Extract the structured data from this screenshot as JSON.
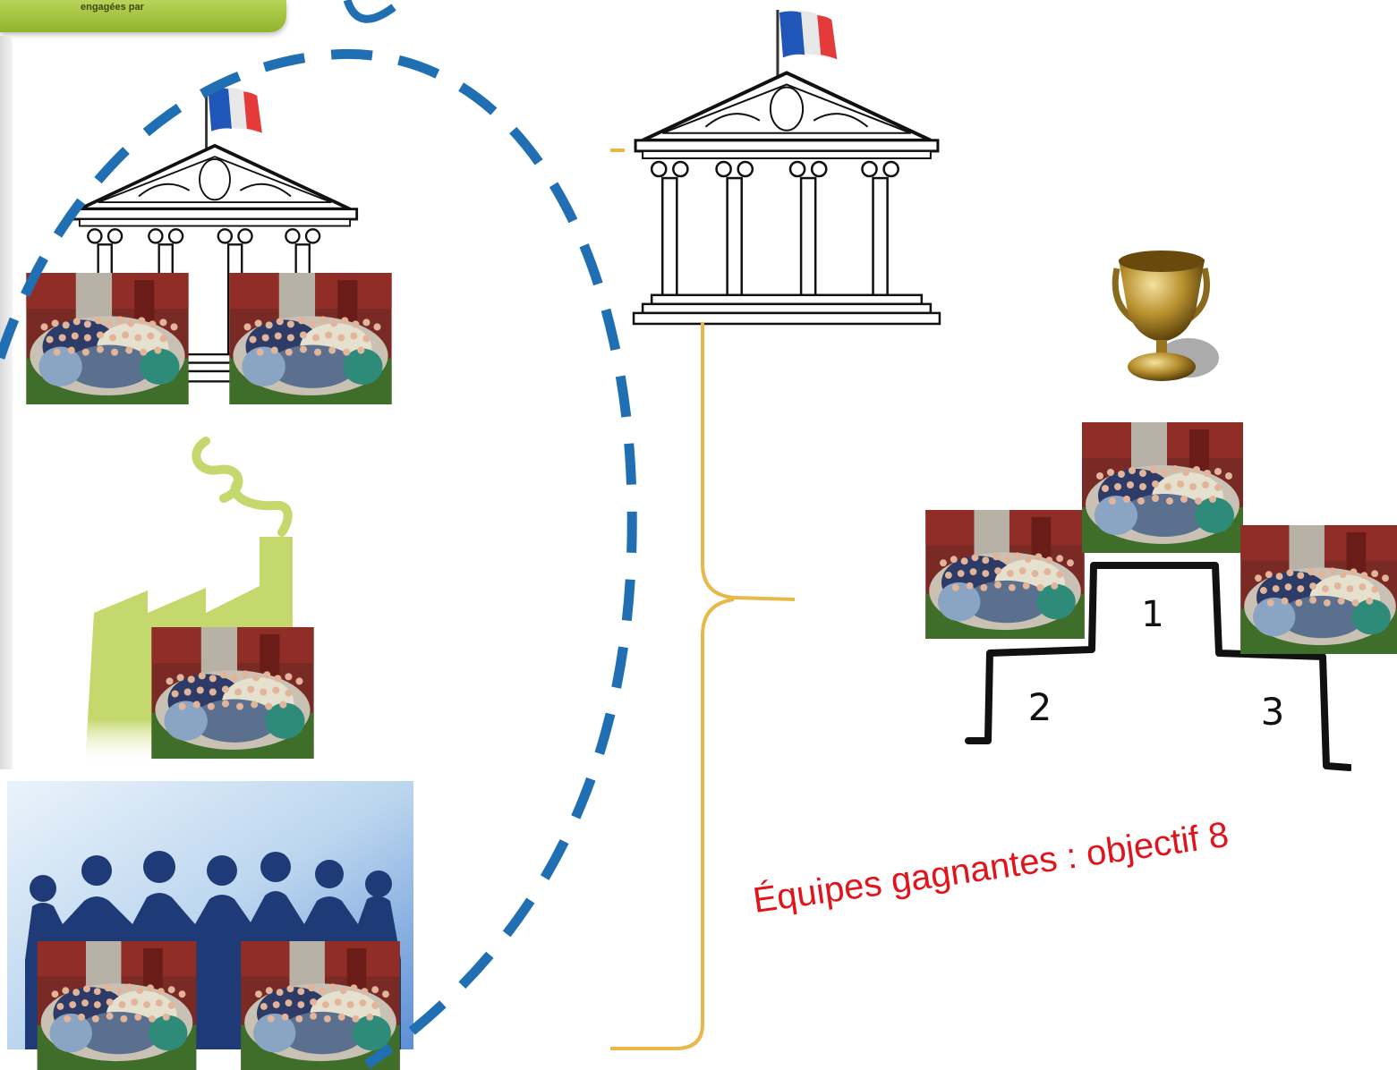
{
  "header_tab": {
    "text": "engagées par"
  },
  "caption": {
    "text": "Équipes gagnantes : objectif 8"
  },
  "podium": {
    "place_1": "1",
    "place_2": "2",
    "place_3": "3"
  },
  "colors": {
    "caption": "#e0141a",
    "dashed_line": "#1f6fb2",
    "brace": "#e8b84a",
    "factory": "#c5d86d",
    "people_chain": "#1e3b78"
  },
  "icons": [
    "government-building-icon",
    "french-flag-icon",
    "factory-icon",
    "people-chain-icon",
    "trophy-icon",
    "podium-icon",
    "group-photo-icon"
  ]
}
